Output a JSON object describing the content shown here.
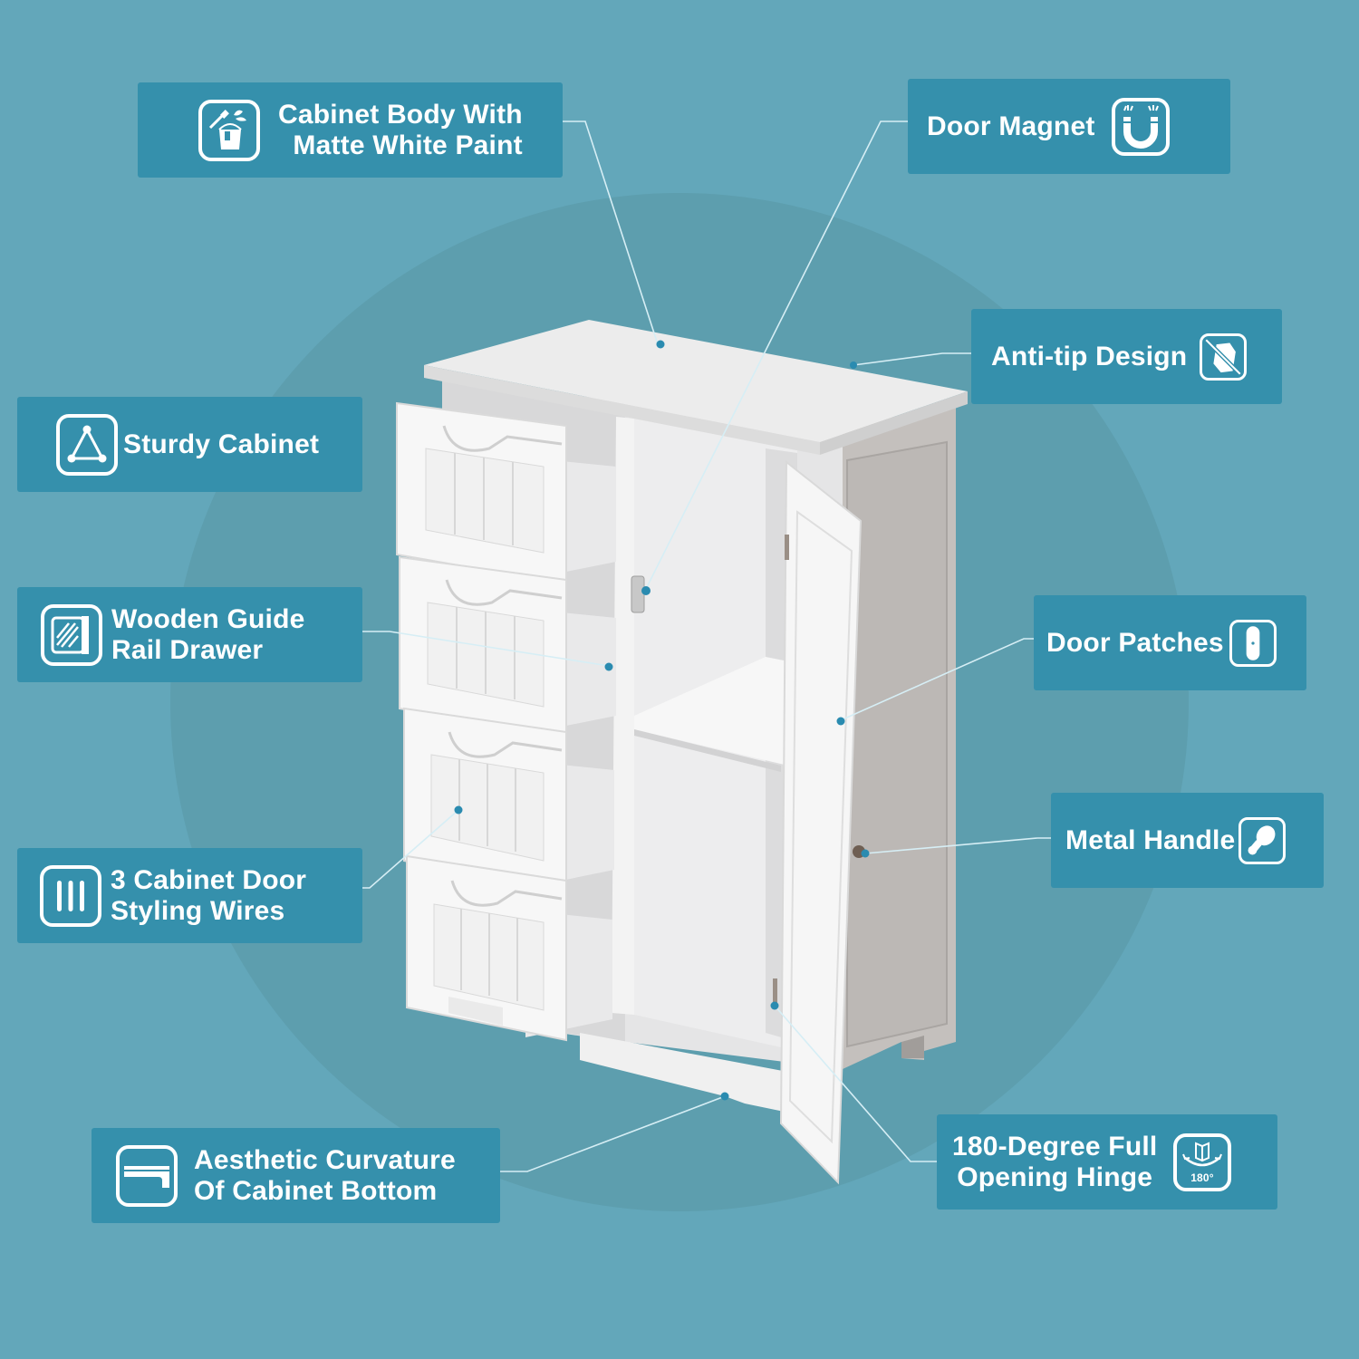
{
  "colors": {
    "background": "#63a7ba",
    "circle": "#5d9eae",
    "callout_box": "#3590ac",
    "text": "#ffffff",
    "leader_line": "#d6eef5",
    "dot": "#2a8bb0",
    "cabinet_white": "#f4f4f4",
    "cabinet_shadow": "#c9c6c4"
  },
  "callouts": {
    "cabinet_body": {
      "lines": [
        "Cabinet Body With",
        "Matte White Paint"
      ],
      "icon": "paint-bucket-brush-icon"
    },
    "door_magnet": {
      "lines": [
        "Door Magnet"
      ],
      "icon": "magnet-icon"
    },
    "anti_tip": {
      "lines": [
        "Anti-tip Design"
      ],
      "icon": "no-tipping-icon"
    },
    "sturdy_cabinet": {
      "lines": [
        "Sturdy Cabinet"
      ],
      "icon": "triangle-nodes-icon"
    },
    "wooden_guide": {
      "lines": [
        "Wooden Guide",
        "Rail Drawer"
      ],
      "icon": "drawer-rail-icon"
    },
    "door_patches": {
      "lines": [
        "Door Patches"
      ],
      "icon": "door-patch-icon"
    },
    "styling_wires": {
      "lines": [
        "3 Cabinet Door",
        "Styling Wires"
      ],
      "icon": "three-lines-icon"
    },
    "metal_handle": {
      "lines": [
        "Metal Handle"
      ],
      "icon": "knob-handle-icon"
    },
    "hinge": {
      "lines": [
        "180-Degree Full",
        "Opening Hinge"
      ],
      "icon": "hinge-180-icon",
      "icon_text": "180°"
    },
    "curvature": {
      "lines": [
        "Aesthetic Curvature",
        "Of Cabinet Bottom"
      ],
      "icon": "cabinet-bottom-curve-icon"
    }
  }
}
